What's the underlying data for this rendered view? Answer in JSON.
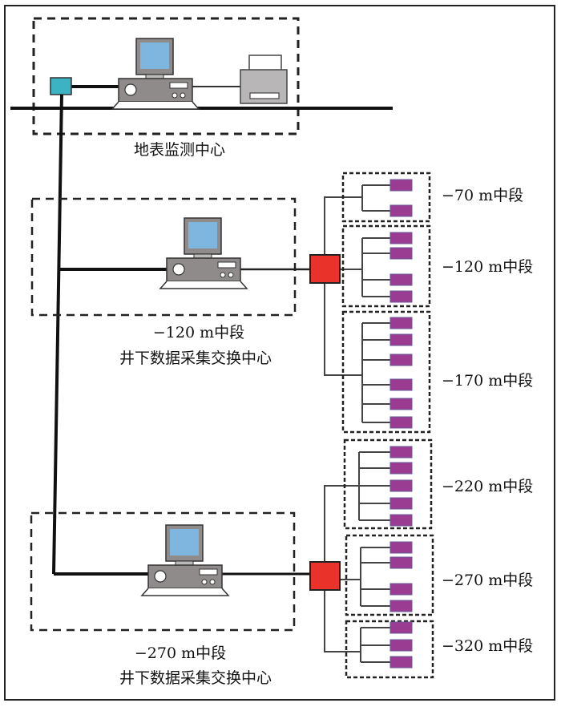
{
  "diagram": {
    "surface_center": {
      "label": "地表监测中心"
    },
    "exchange_centers": [
      {
        "level": "−120 m中段",
        "label": "井下数据采集交换中心"
      },
      {
        "level": "−270 m中段",
        "label": "井下数据采集交换中心"
      }
    ],
    "levels": [
      {
        "label": "−70 m中段",
        "devices": 2
      },
      {
        "label": "−120 m中段",
        "devices": 4
      },
      {
        "label": "−170 m中段",
        "devices": 6
      },
      {
        "label": "−220 m中段",
        "devices": 5
      },
      {
        "label": "−270 m中段",
        "devices": 4
      },
      {
        "label": "−320 m中段",
        "devices": 3
      }
    ],
    "colors": {
      "hub": "#e8322a",
      "device": "#9b3c93",
      "switch": "#3bb3c3",
      "screen": "#7fb6e0",
      "case": "#8f8b8b",
      "printer": "#b8b6b6"
    }
  }
}
